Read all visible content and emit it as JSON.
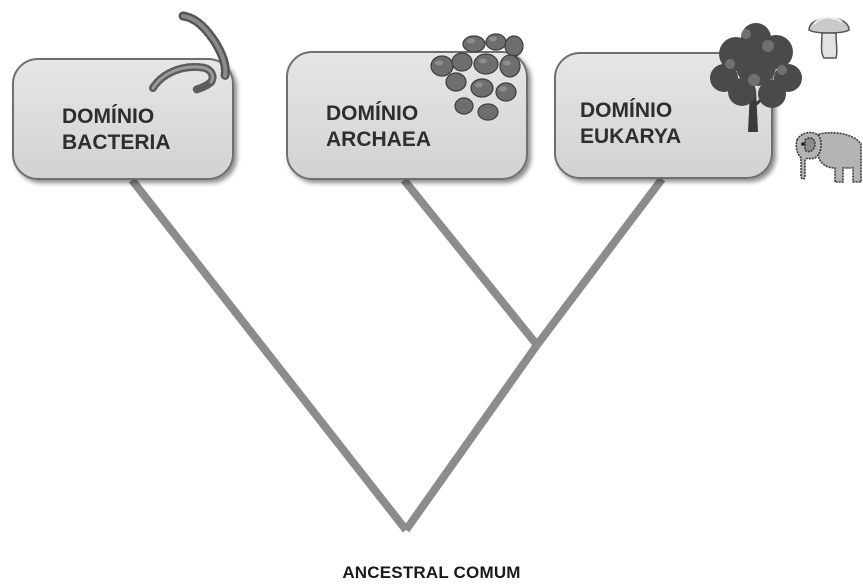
{
  "domains": [
    {
      "key": "bacteria",
      "line1": "DOMÍNIO",
      "line2": "BACTERIA"
    },
    {
      "key": "archaea",
      "line1": "DOMÍNIO",
      "line2": "ARCHAEA"
    },
    {
      "key": "eukarya",
      "line1": "DOMÍNIO",
      "line2": "EUKARYA"
    }
  ],
  "root": {
    "label": "ANCESTRAL COMUM"
  },
  "icons": [
    "spiral-bacteria-icon",
    "archaea-cells-icon",
    "tree-icon",
    "mushroom-icon",
    "elephant-icon"
  ],
  "colors": {
    "branch": "#8c8c8c",
    "box_fill": "#dcdcdc",
    "box_border": "#6f6f6f",
    "text": "#2e2e2e"
  }
}
